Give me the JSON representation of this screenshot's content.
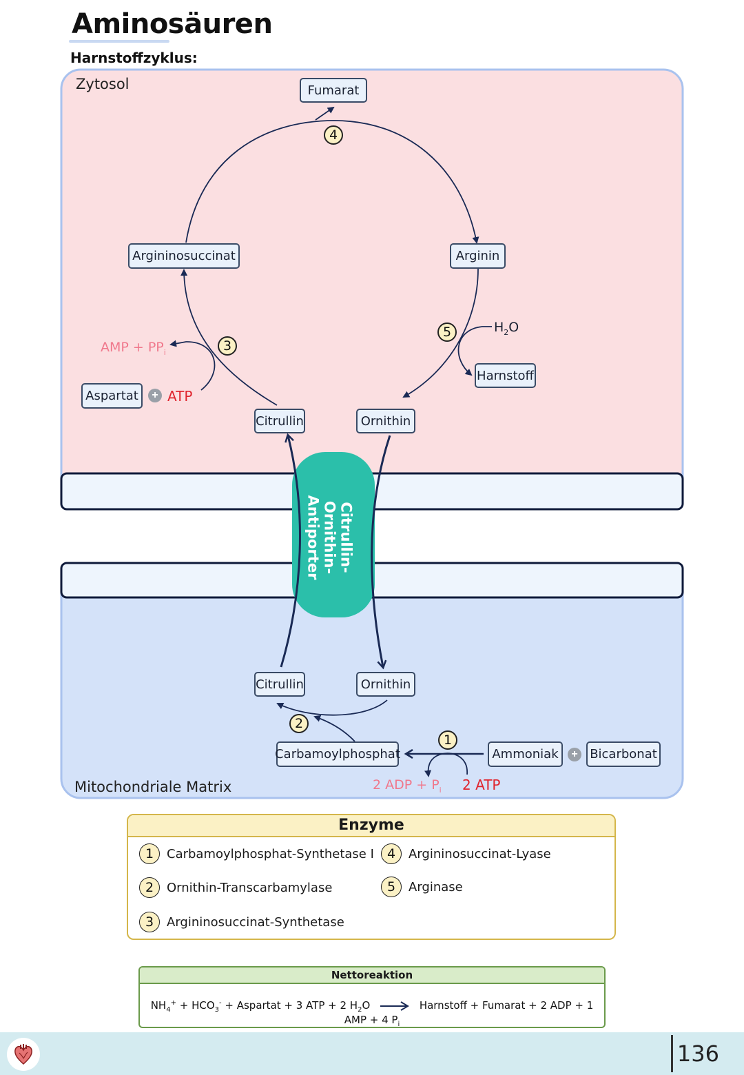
{
  "header": {
    "title": "Aminosäuren",
    "subtitle": "Harnstoffzyklus:"
  },
  "zones": {
    "cytosol": "Zytosol",
    "matrix": "Mitochondriale Matrix"
  },
  "molecules": {
    "fumarat": "Fumarat",
    "argininosuccinat": "Argininosuccinat",
    "arginin": "Arginin",
    "harnstoff": "Harnstoff",
    "h2o": "H",
    "h2o_sub": "2",
    "h2o_end": "O",
    "aspartat": "Aspartat",
    "atp": "ATP",
    "amp_ppi": "AMP + PP",
    "amp_ppi_sub": "i",
    "citrullin_cyto": "Citrullin",
    "ornithin_cyto": "Ornithin",
    "citrullin_mito": "Citrullin",
    "ornithin_mito": "Ornithin",
    "carbamoylphosphat": "Carbamoylphosphat",
    "ammoniak": "Ammoniak",
    "bicarbonat": "Bicarbonat",
    "adp_pi": "2 ADP + P",
    "adp_pi_sub": "i",
    "two_atp": "2 ATP",
    "plus": "+"
  },
  "antiporter": {
    "line1": "Citrullin-",
    "line2": "Ornithin-",
    "line3": "Antiporter"
  },
  "steps": [
    "1",
    "2",
    "3",
    "4",
    "5"
  ],
  "enzymes": {
    "heading": "Enzyme",
    "items": [
      {
        "num": "1",
        "name": "Carbamoylphosphat-Synthetase I"
      },
      {
        "num": "2",
        "name": "Ornithin-Transcarbamylase"
      },
      {
        "num": "3",
        "name": "Argininosuccinat-Synthetase"
      },
      {
        "num": "4",
        "name": "Argininosuccinat-Lyase"
      },
      {
        "num": "5",
        "name": "Arginase"
      }
    ]
  },
  "netto": {
    "heading": "Nettoreaktion",
    "nh4": "NH",
    "nh4_sub": "4",
    "nh4_sup": "+",
    "plus1": " + HCO",
    "hco3_sub": "3",
    "hco3_sup": "-",
    "left_rest": " + Aspartat + 3 ATP + 2 H",
    "h2o_sub": "2",
    "h2o_end": "O",
    "right": "Harnstoff + Fumarat + 2 ADP + 1 AMP + 4 P",
    "right_sub": "i"
  },
  "footer": {
    "page_number": "136"
  },
  "colors": {
    "cytosol_bg": "#fbdfe1",
    "matrix_bg": "#d4e2f9",
    "zone_border": "#a9c2ee",
    "membrane": "#0f1a3a",
    "antiporter": "#2bbfaa",
    "arrow": "#1a2a55",
    "pink_text": "#f0788c",
    "red_text": "#e0252e"
  }
}
